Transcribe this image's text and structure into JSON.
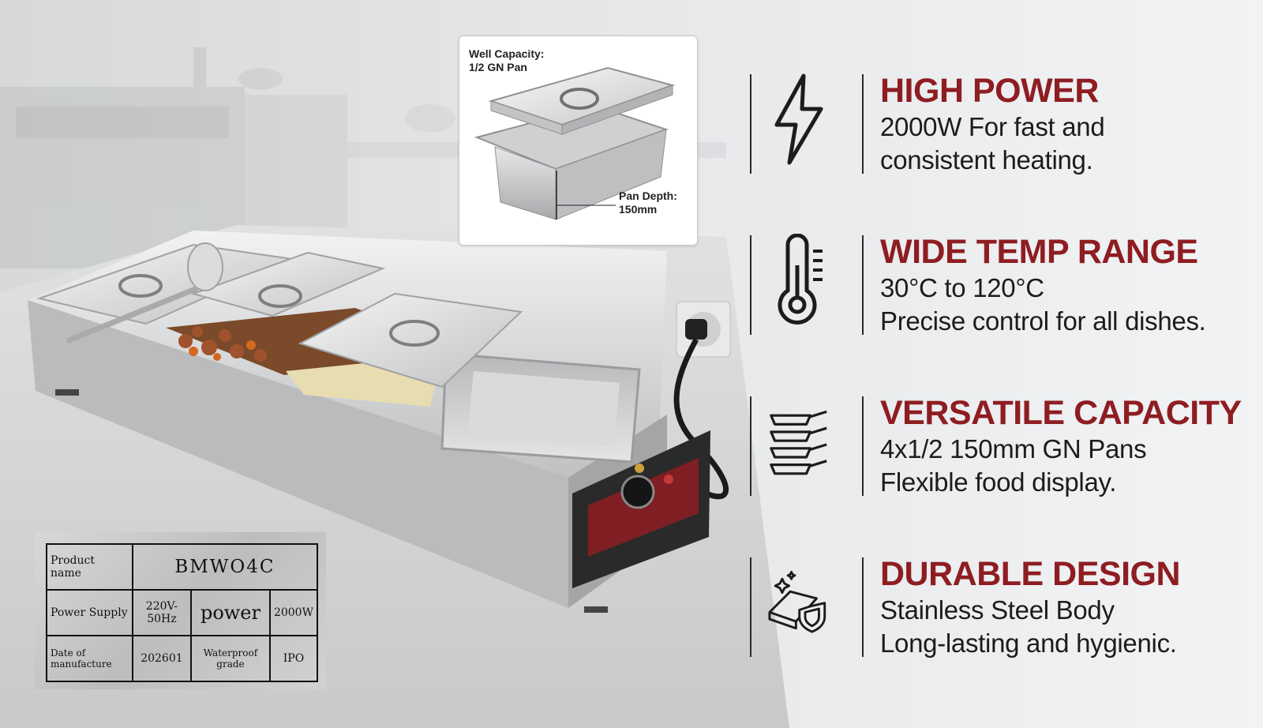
{
  "inset": {
    "well_capacity": "Well Capacity:",
    "pan_size": "1/2 GN Pan",
    "pan_depth_label": "Pan Depth:",
    "pan_depth_value": "150mm"
  },
  "features": [
    {
      "icon": "lightning-bolt-icon",
      "title": "HIGH POWER",
      "line1": "2000W For fast and",
      "line2": "consistent heating."
    },
    {
      "icon": "thermometer-icon",
      "title": "WIDE TEMP RANGE",
      "line1": "30°C to 120°C",
      "line2": "Precise control for all dishes."
    },
    {
      "icon": "stacked-pans-icon",
      "title": "VERSATILE CAPACITY",
      "line1": "4x1/2 150mm GN Pans",
      "line2": "Flexible food display."
    },
    {
      "icon": "steel-bar-shield-icon",
      "title": "DURABLE DESIGN",
      "line1": "Stainless Steel Body",
      "line2": "Long-lasting and hygienic."
    }
  ],
  "nameplate": {
    "product_name_label": "Product name",
    "product_name_value": "BMWO4C",
    "power_supply_label": "Power Supply",
    "power_supply_value": "220V-50Hz",
    "power_label": "power",
    "power_value": "2000W",
    "date_label": "Date of manufacture",
    "date_value": "202601",
    "waterproof_label": "Waterproof grade",
    "waterproof_value": "IPO"
  },
  "colors": {
    "title_red": "#8e1d22",
    "text_dark": "#1c1c1c",
    "background": "#eef0f2"
  }
}
